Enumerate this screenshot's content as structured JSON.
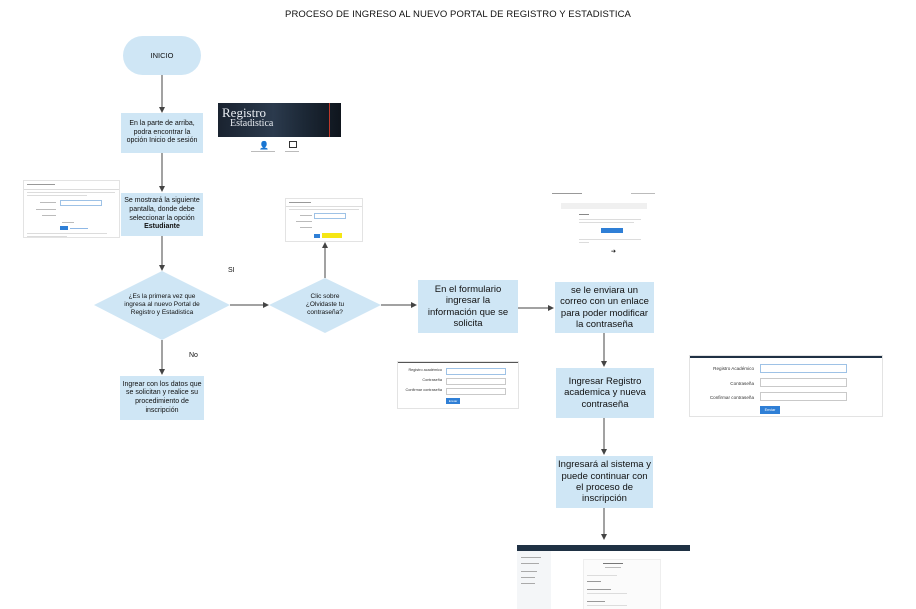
{
  "title": "PROCESO DE INGRESO AL NUEVO PORTAL DE REGISTRO Y ESTADISTICA",
  "colors": {
    "node_fill": "#cfe6f5",
    "arrow": "#444444",
    "button": "#2f7fd6",
    "dark_bar": "#1f3144"
  },
  "nodes": {
    "inicio": "INICIO",
    "step1": "En la parte de arriba, podra encontrar la opción Inicio de sesión",
    "step2_text": "Se mostrará la siguiente pantalla, donde debe seleccionar la opción",
    "step2_bold": "Estudiante",
    "decision1": "¿Es la primera vez que ingresa al nuevo Portal de Registro y Estadistica",
    "decision2": "Clic sobre ¿Olvidaste tu contraseña?",
    "step_no": "Ingrear con los datos que se solicitan y realice su procedimiento de inscripción",
    "step_form": "En el formulario ingresar la información que se solicita",
    "step_email": "se le enviara un correo con un enlace para poder modificar la contraseña",
    "step_new_pass": "Ingresar Registro academica y nueva contraseña",
    "step_final": "Ingresará al sistema y puede continuar con el proceso de inscripción"
  },
  "edge_labels": {
    "yes": "SI",
    "no": "No"
  },
  "banner": {
    "line1": "Registro",
    "line2": "Estadistica",
    "icon1": "user-plus-icon",
    "icon2": "login-icon"
  },
  "forgot_form": {
    "label1": "Registro académico",
    "label2": "Contraseña",
    "label3": "Confirmar contraseña",
    "button": "Enviar"
  },
  "reset_form": {
    "label1": "Registro Académico",
    "label2": "Contraseña",
    "label3": "Confirmar contraseña",
    "button": "Enviar"
  }
}
